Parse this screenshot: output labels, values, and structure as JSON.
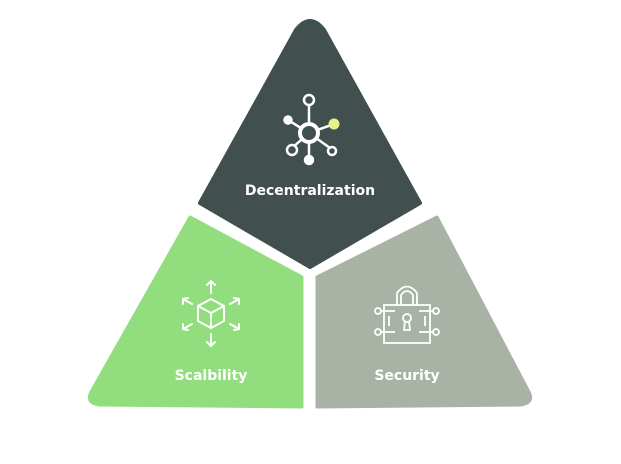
{
  "segments": [
    {
      "label": "Decentralization",
      "icon": "network-hub-icon",
      "color": "#424f4f"
    },
    {
      "label": "Scalbility",
      "icon": "cube-expand-icon",
      "color": "#92de7f"
    },
    {
      "label": "Security",
      "icon": "circuit-lock-icon",
      "color": "#a8b3a6"
    }
  ],
  "accent": "#e6f38c"
}
